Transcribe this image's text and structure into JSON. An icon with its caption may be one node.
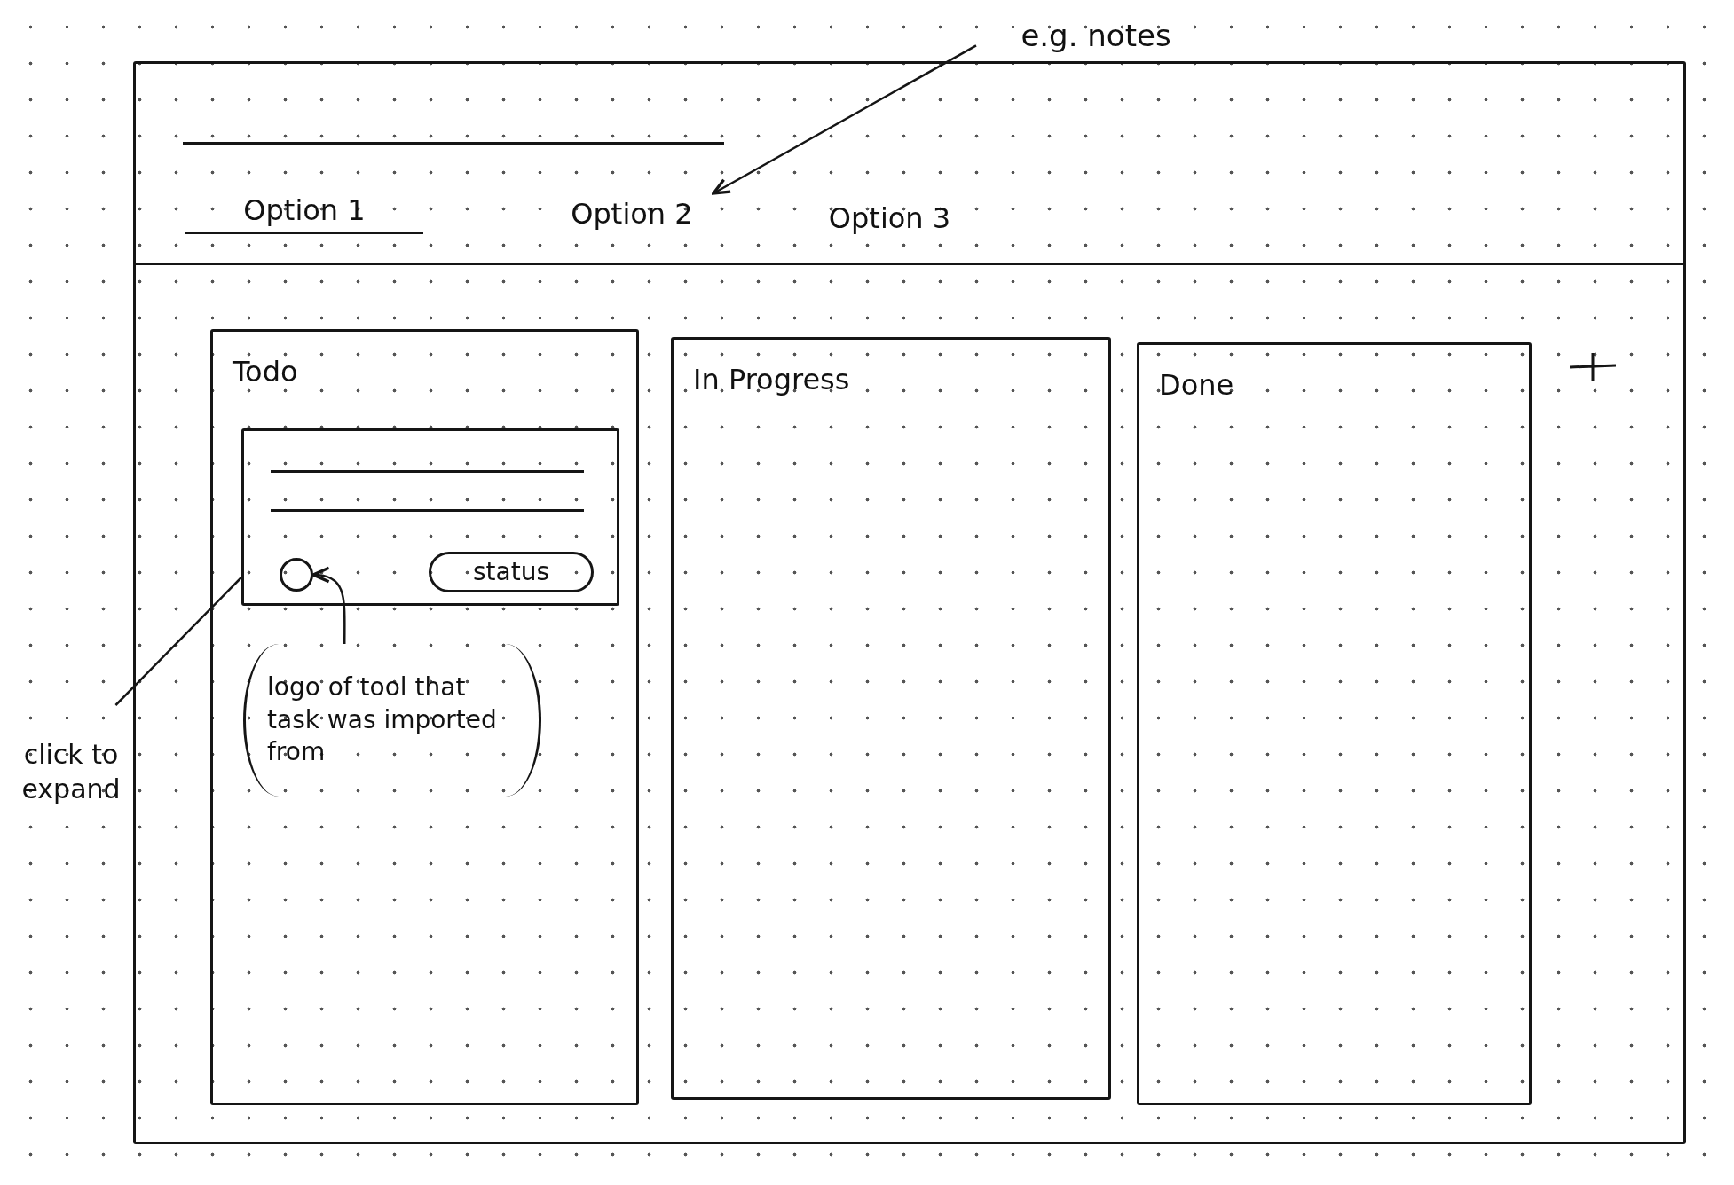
{
  "diagram": {
    "nodes": [
      {
        "text": [
          "e.g. notes"
        ]
      },
      {
        "text": [],
        "shape": "box"
      },
      {
        "text": [
          "Option 2"
        ],
        "in": 1
      },
      {
        "text": [
          "Todo"
        ],
        "in": 1
      },
      {
        "text": [],
        "shape": "box",
        "in": 3
      },
      {
        "text": [],
        "shape": "circle",
        "in": 4
      },
      {
        "text": [
          "status"
        ],
        "in": 4
      },
      {
        "text": [
          "logo of tool that task was imported from"
        ],
        "in": 3
      },
      {
        "text": [
          "click to expand"
        ]
      },
      {
        "text": [
          "In Progress"
        ],
        "in": 1
      },
      {
        "text": [
          "Done"
        ],
        "in": 1
      }
    ],
    "edges": [
      {
        "from": 0,
        "to": 2,
        "arrow": "to"
      },
      {
        "from": 7,
        "to": 5,
        "arrow": "to"
      },
      {
        "from": 8,
        "to": 4,
        "arrow": "none"
      }
    ],
    "labels": [
      "Option 1",
      "Option 3"
    ]
  }
}
